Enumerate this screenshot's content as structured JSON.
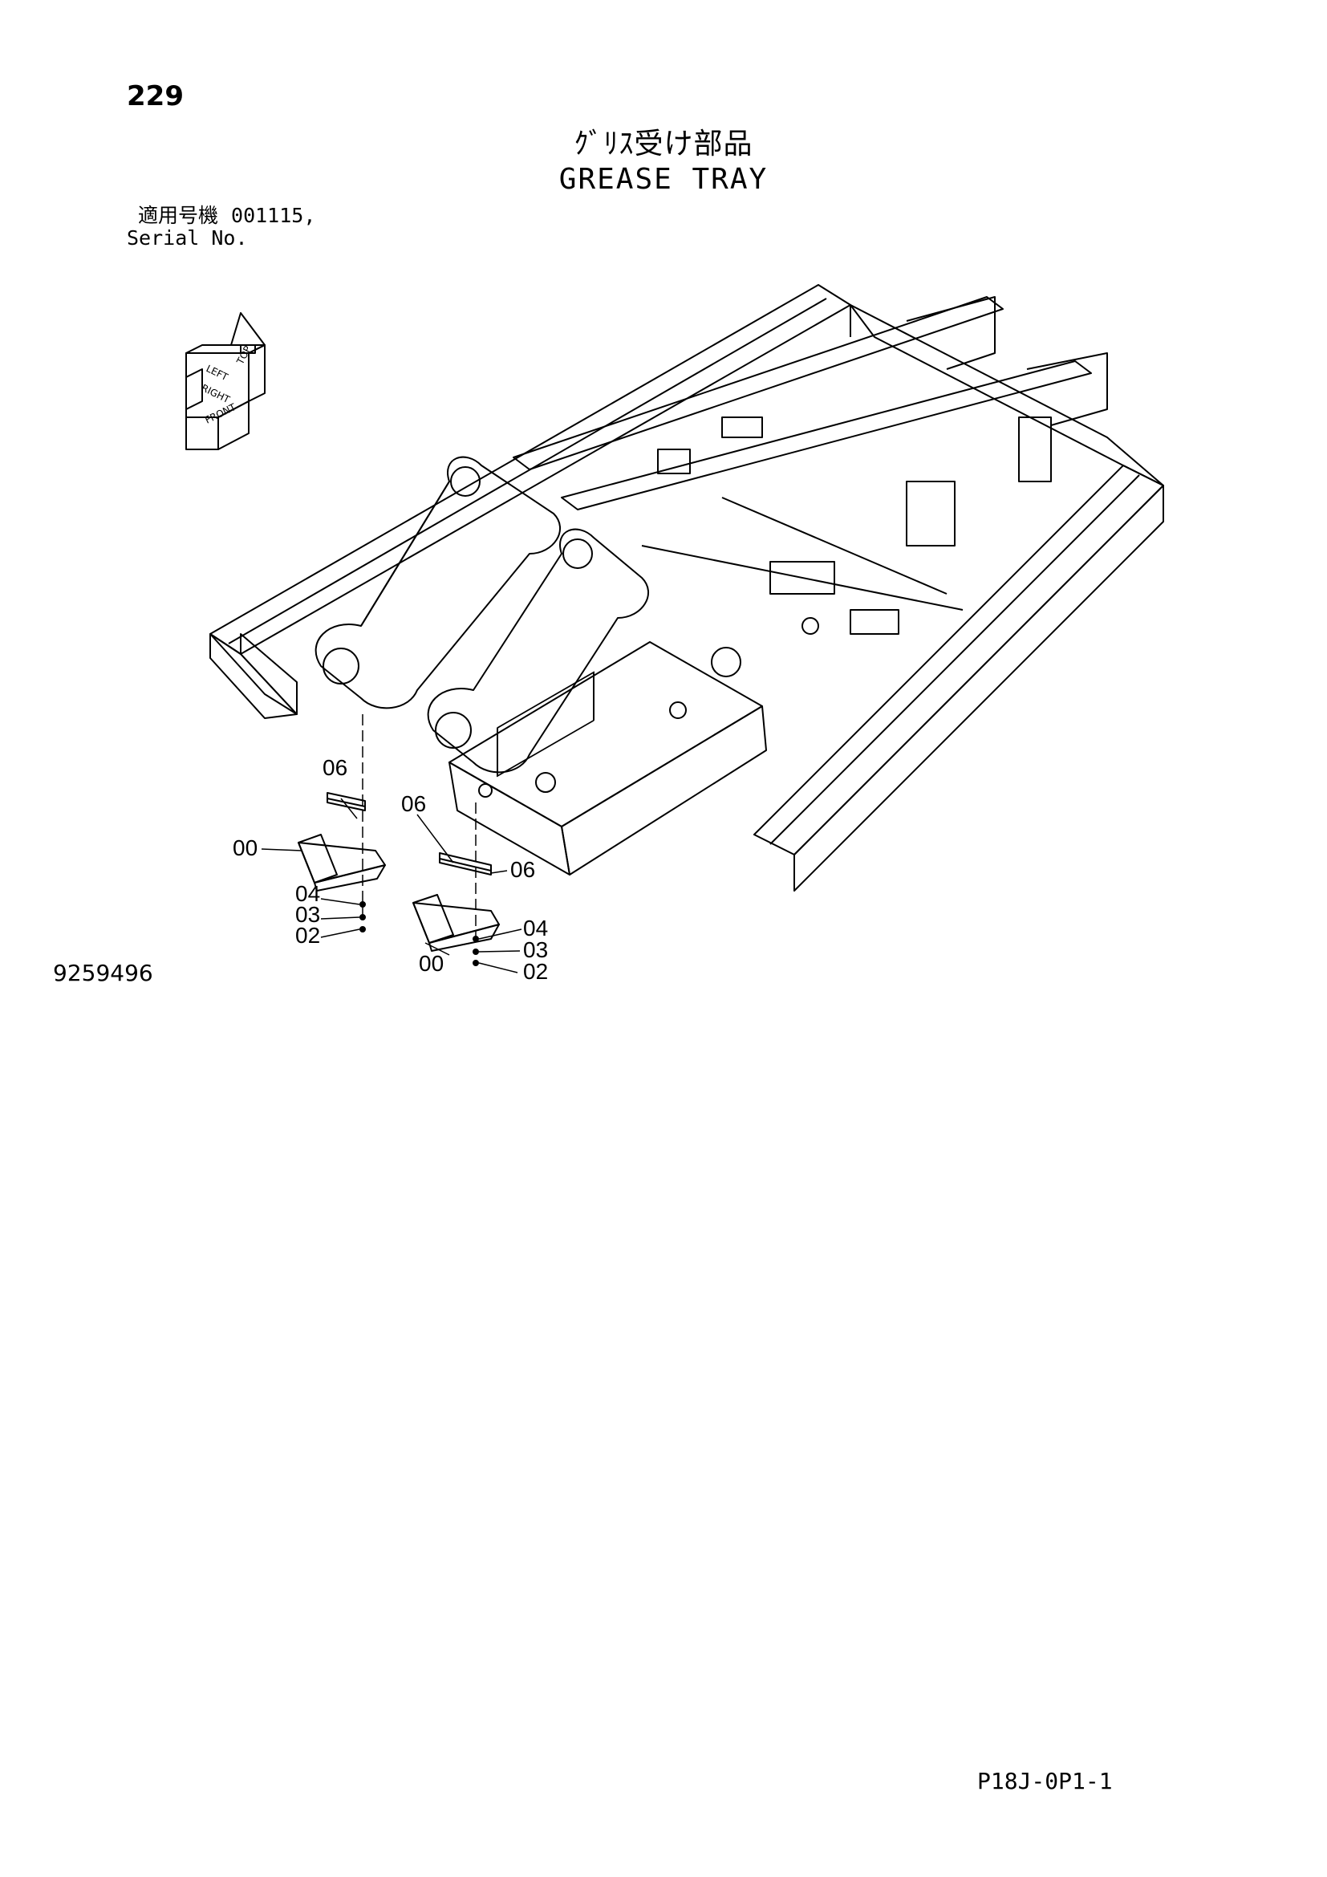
{
  "header": {
    "page_number": "229",
    "title_jp": "ｸﾞﾘｽ受け部品",
    "title_en": "GREASE TRAY",
    "serial_label_jp": "適用号機",
    "serial_value": "001115,",
    "serial_label_en": "Serial No."
  },
  "orientation_cube": {
    "labels": [
      "TOP",
      "LEFT",
      "RIGHT",
      "FRONT"
    ]
  },
  "callouts": {
    "c1": "06",
    "c2": "06",
    "c3": "06",
    "c4": "00",
    "c5": "04",
    "c6": "03",
    "c7": "02",
    "c8": "00",
    "c9": "04",
    "c10": "03",
    "c11": "02"
  },
  "footer": {
    "drawing_number": "9259496",
    "page_code": "P18J-0P1-1"
  }
}
